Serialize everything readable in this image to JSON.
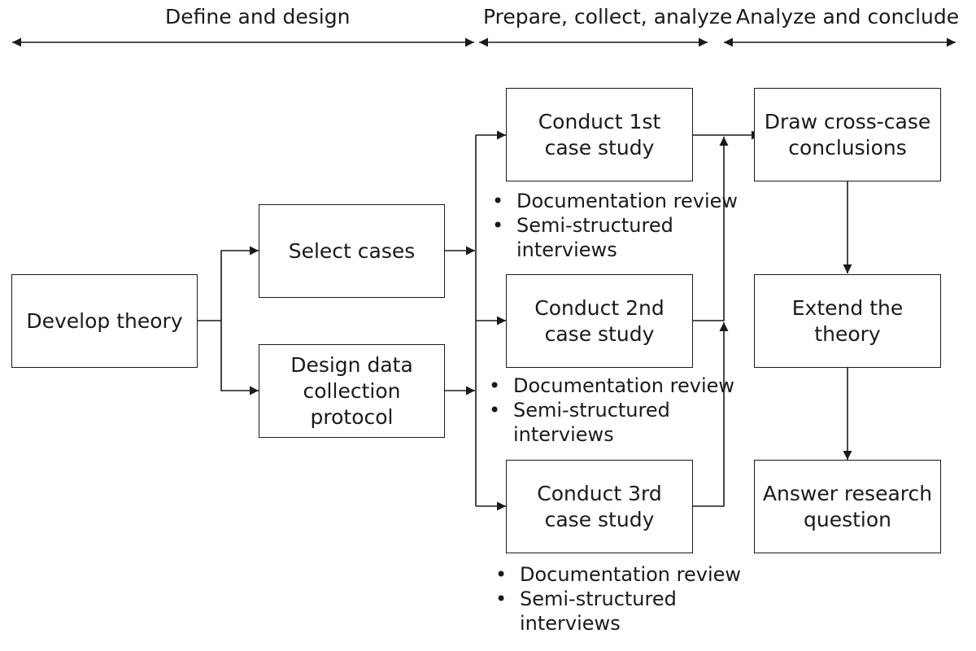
{
  "phases": [
    {
      "label": "Define and design"
    },
    {
      "label": "Prepare, collect, analyze"
    },
    {
      "label": "Analyze and conclude"
    }
  ],
  "boxes": {
    "develop_theory": "Develop theory",
    "select_cases": "Select cases",
    "design_protocol": "Design data\ncollection\nprotocol",
    "case1": "Conduct 1st\ncase study",
    "case2": "Conduct 2nd\ncase study",
    "case3": "Conduct 3rd\ncase study",
    "cross_case": "Draw cross-case\nconclusions",
    "extend_theory": "Extend the\ntheory",
    "answer_question": "Answer research\nquestion"
  },
  "case_methods": [
    {
      "items": [
        "Documentation review",
        "Semi-structured\ninterviews"
      ]
    },
    {
      "items": [
        "Documentation review",
        "Semi-structured\ninterviews"
      ]
    },
    {
      "items": [
        "Documentation review",
        "Semi-structured\ninterviews"
      ]
    }
  ]
}
